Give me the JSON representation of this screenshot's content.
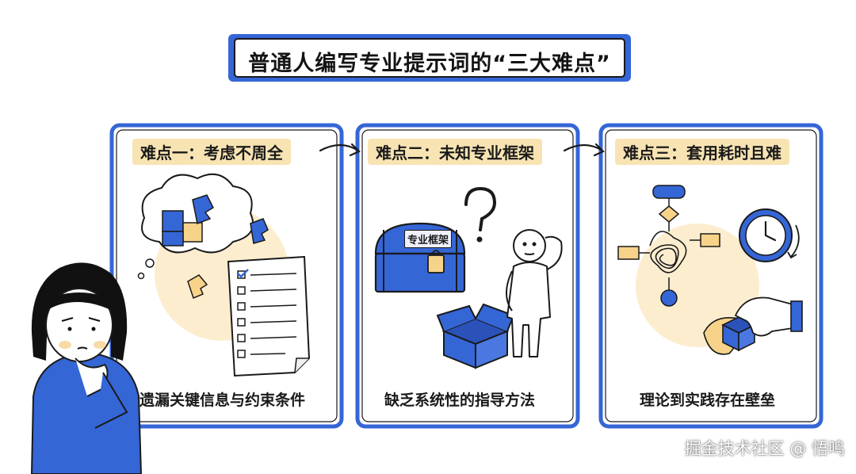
{
  "title": "普通人编写专业提示词的“三大难点”",
  "panels": [
    {
      "heading": "难点一：考虑不周全",
      "caption": "遗漏关键信息与约束条件"
    },
    {
      "heading": "难点二：未知专业框架",
      "caption": "缺乏系统性的指导方法",
      "chest_label": "专业框架"
    },
    {
      "heading": "难点三：套用耗时且难",
      "caption": "理论到实践存在壁垒"
    }
  ],
  "watermark": "掘金技术社区 @ 悟鸣",
  "colors": {
    "accent_blue": "#3566d6",
    "highlight_yellow": "#f7dfa6",
    "ink": "#1a1a1a"
  },
  "icons": [
    "puzzle-thought-bubble-icon",
    "checklist-icon",
    "treasure-chest-icon",
    "question-mark-icon",
    "thinking-person-icon",
    "open-box-icon",
    "tangled-flowchart-icon",
    "clock-icon",
    "hand-with-cube-icon",
    "girl-thinking-icon",
    "arrow-icon"
  ]
}
